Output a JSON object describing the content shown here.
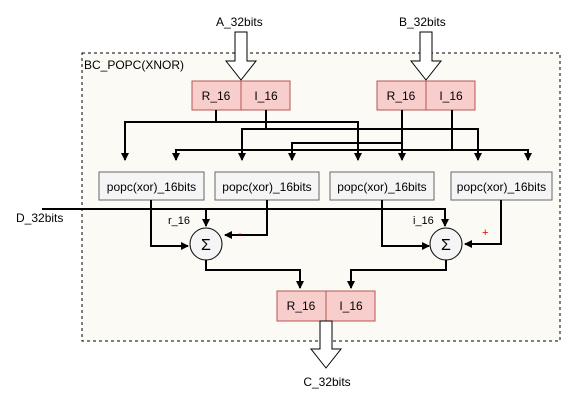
{
  "container_label": "BC_POPC(XNOR)",
  "inputs": {
    "a": "A_32bits",
    "b": "B_32bits",
    "d": "D_32bits"
  },
  "output": "C_32bits",
  "input_a_regs": [
    "R_16",
    "I_16"
  ],
  "input_b_regs": [
    "R_16",
    "I_16"
  ],
  "output_regs": [
    "R_16",
    "I_16"
  ],
  "popc_blocks": [
    "popc(xor)_16bits",
    "popc(xor)_16bits",
    "popc(xor)_16bits",
    "popc(xor)_16bits"
  ],
  "adders": [
    {
      "symbol": "Σ",
      "input_label": "r_16",
      "sign": "-"
    },
    {
      "symbol": "Σ",
      "input_label": "i_16",
      "sign": "+"
    }
  ],
  "colors": {
    "container_bg": "#fbfaf5",
    "reg_fill": "#f8cecc",
    "reg_stroke": "#b85450",
    "popc_fill": "#f5f5f5",
    "popc_stroke": "#666666",
    "sign": "#e00000"
  }
}
